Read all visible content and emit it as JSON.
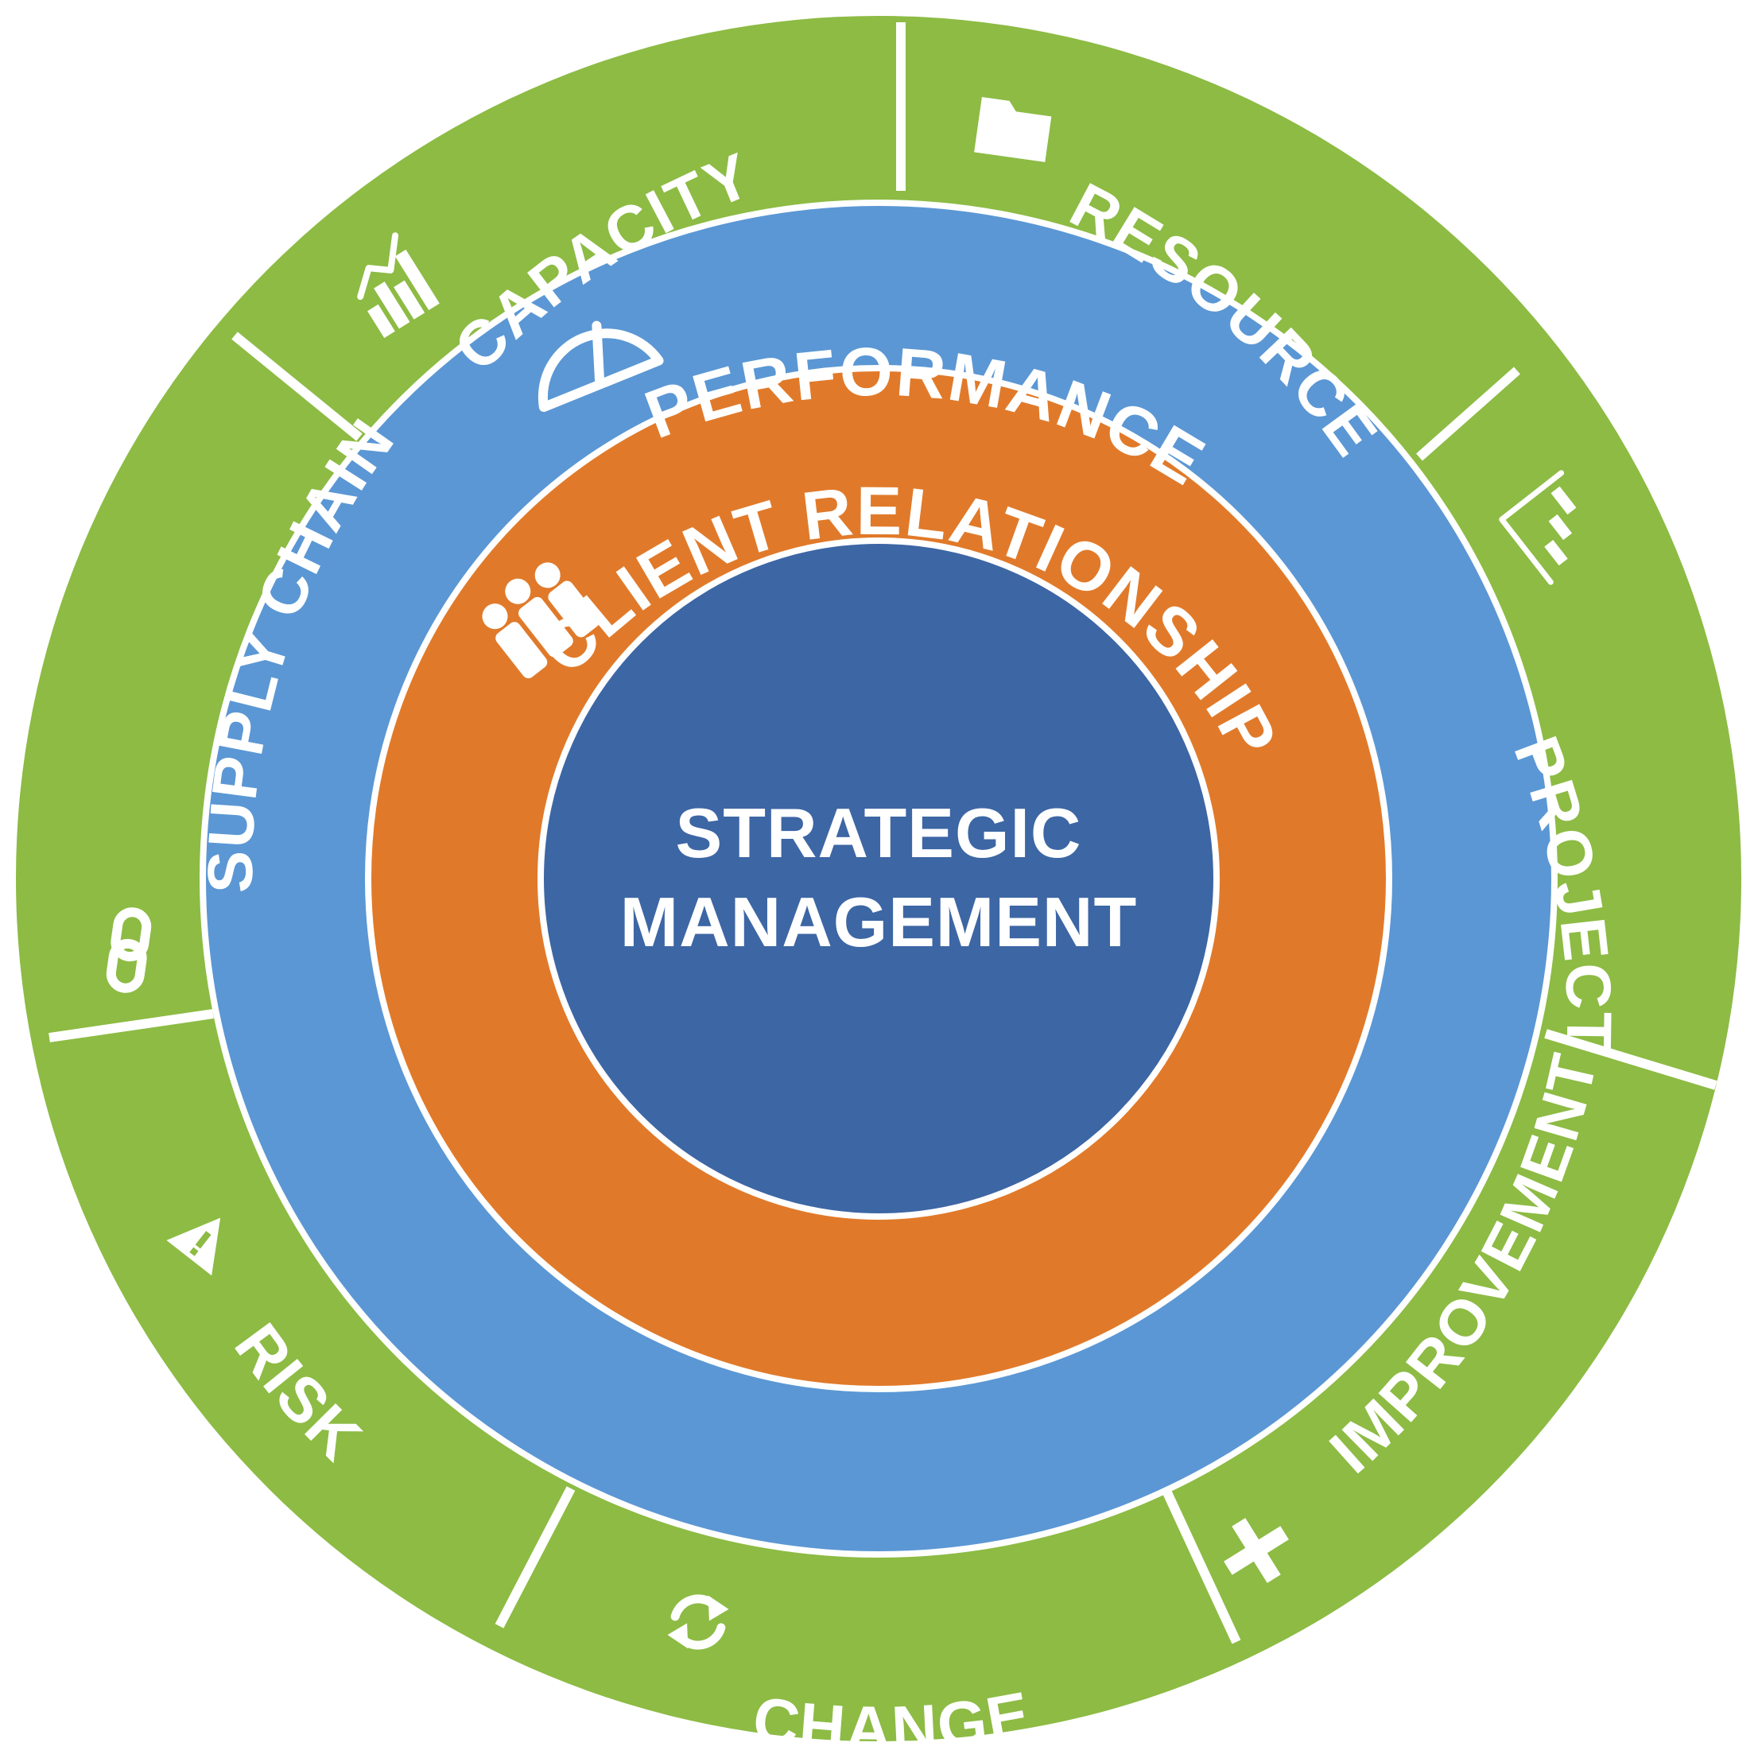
{
  "colors": {
    "outer": "#8dbb44",
    "middle": "#5b97d4",
    "inner": "#e07a2a",
    "core": "#3d66a4",
    "divider": "#ffffff"
  },
  "center": {
    "line1": "STRATEGIC",
    "line2": "MANAGEMENT"
  },
  "rings": {
    "inner": {
      "label": "CLIENT RELATIONSHIP",
      "icon": "people-icon"
    },
    "middle": {
      "label": "PERFORMANCE",
      "icon": "gauge-icon"
    }
  },
  "outer_segments": [
    {
      "label": "CAPACITY",
      "icon": "bar-chart-icon"
    },
    {
      "label": "RESOURCE",
      "icon": "folder-icon"
    },
    {
      "label": "PROJECT",
      "icon": "gantt-icon"
    },
    {
      "label": "IMPROVEMENT",
      "icon": "plus-icon"
    },
    {
      "label": "CHANGE",
      "icon": "refresh-icon"
    },
    {
      "label": "RISK",
      "icon": "warning-icon"
    },
    {
      "label": "SUPPLY CHAIN",
      "icon": "chain-link-icon"
    }
  ]
}
